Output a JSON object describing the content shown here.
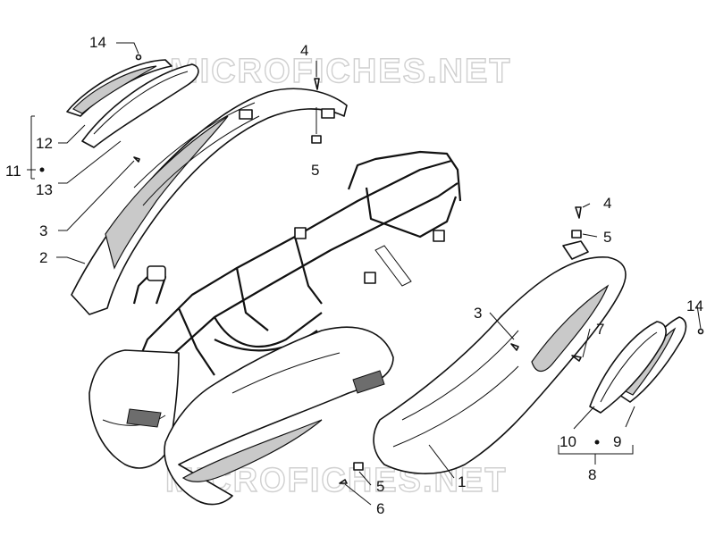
{
  "watermark": {
    "text": "MICROFICHES.NET"
  },
  "colors": {
    "line": "#111111",
    "shade": "#c9c9c9",
    "watermark": "#d0d0d0",
    "background": "#ffffff"
  },
  "callouts": {
    "c14_left": "14",
    "c4_top": "4",
    "c5_top": "5",
    "c12": "12",
    "c11": "11",
    "c13": "13",
    "c3_left": "3",
    "c2": "2",
    "c4_right": "4",
    "c5_right": "5",
    "c3_right": "3",
    "c7": "7",
    "c14_right": "14",
    "c10": "10",
    "c9": "9",
    "c8": "8",
    "c1": "1",
    "c5_bottom": "5",
    "c6": "6"
  }
}
